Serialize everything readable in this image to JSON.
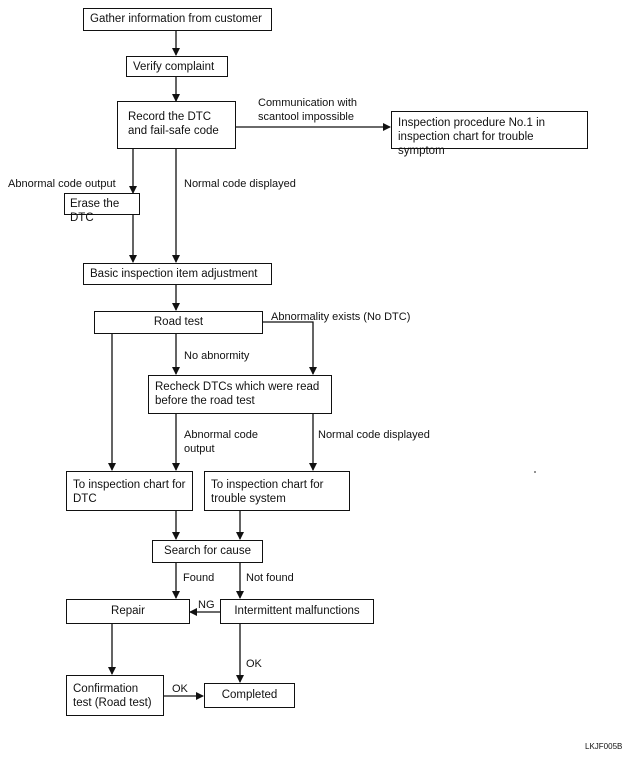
{
  "boxes": {
    "gather": "Gather information from customer",
    "verify": "Verify complaint",
    "record": "Record the DTC and fail-safe code",
    "inspection_no1": "Inspection procedure No.1 in inspection chart for trouble symptom",
    "erase": "Erase the DTC",
    "basic": "Basic inspection item adjustment",
    "road_test": "Road test",
    "recheck": "Recheck DTCs which were read before the road test",
    "chart_dtc": "To inspection chart for DTC",
    "chart_trouble": "To inspection chart for trouble system",
    "search": "Search for cause",
    "repair": "Repair",
    "intermittent": "Intermittent malfunctions",
    "confirmation": "Confirmation test (Road test)",
    "completed": "Completed"
  },
  "labels": {
    "comm_impossible": "Communication with scantool impossible",
    "abnormal_output": "Abnormal code output",
    "normal_displayed": "Normal code displayed",
    "abnormality_no_dtc": "Abnormality exists (No DTC)",
    "no_abnormity": "No abnormity",
    "abnormal_code_output": "Abnormal code output",
    "normal_displayed_2": "Normal code displayed",
    "found": "Found",
    "not_found": "Not found",
    "ng": "NG",
    "ok_1": "OK",
    "ok_2": "OK"
  },
  "figure_code": "LKJF005B"
}
